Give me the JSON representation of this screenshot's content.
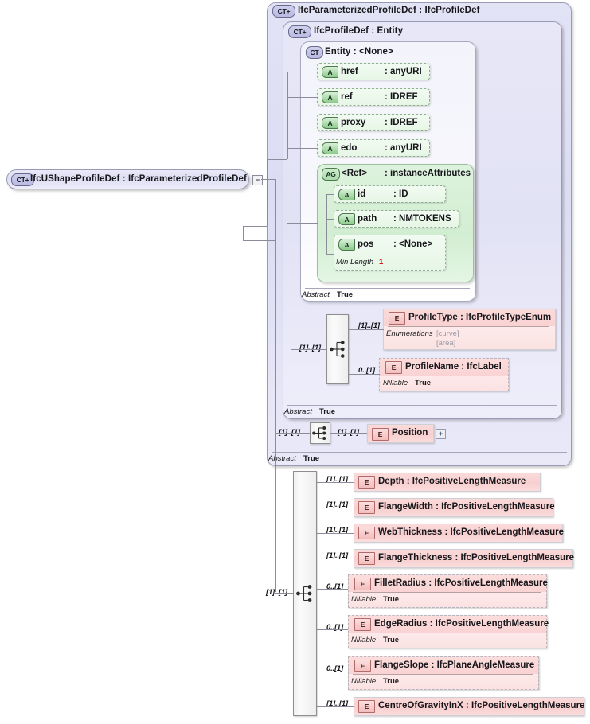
{
  "diagram": {
    "type": "xsd-schema-tree",
    "root": {
      "badge": "CT+",
      "label": "IfcUShapeProfileDef : IfcParameterizedProfileDef",
      "toggle": "−"
    },
    "containers": [
      {
        "badge": "CT+",
        "title": "IfcParameterizedProfileDef : IfcProfileDef",
        "abstract_key": "Abstract",
        "abstract_val": "True"
      },
      {
        "badge": "CT+",
        "title": "IfcProfileDef : Entity",
        "abstract_key": "Abstract",
        "abstract_val": "True"
      },
      {
        "badge": "CT",
        "title": "Entity    : <None>",
        "abstract_key": "Abstract",
        "abstract_val": "True"
      }
    ],
    "attributes": [
      {
        "badge": "A",
        "name": "href",
        "type": ": anyURI"
      },
      {
        "badge": "A",
        "name": "ref",
        "type": ": IDREF"
      },
      {
        "badge": "A",
        "name": "proxy",
        "type": ": IDREF"
      },
      {
        "badge": "A",
        "name": "edo",
        "type": ": anyURI"
      }
    ],
    "group": {
      "badge": "AG",
      "name": "<Ref>",
      "type": ": instanceAttributes",
      "attributes": [
        {
          "badge": "A",
          "name": "id",
          "type": ": ID",
          "facets": []
        },
        {
          "badge": "A",
          "name": "path",
          "type": ": NMTOKENS",
          "facets": []
        },
        {
          "badge": "A",
          "name": "pos",
          "type": ": <None>",
          "facets": [
            {
              "key": "Min Length",
              "value": "1",
              "kind": "num"
            }
          ]
        }
      ]
    },
    "profile_sequence": {
      "left_cardinality": "[1]..[1]",
      "elements": [
        {
          "badge": "E",
          "label": "ProfileType : IfcProfileTypeEnum",
          "cardinality": "[1]..[1]",
          "dashed": false,
          "facets": [
            {
              "key": "Enumerations",
              "value": "[curve]",
              "kind": "enum"
            },
            {
              "key": "",
              "value": "[area]",
              "kind": "enum"
            }
          ]
        },
        {
          "badge": "E",
          "label": "ProfileName : IfcLabel",
          "cardinality": "0..[1]",
          "dashed": true,
          "facets": [
            {
              "key": "Nillable",
              "value": "True",
              "kind": "bold"
            }
          ]
        }
      ]
    },
    "position_row": {
      "left_cardinality": "[1]..[1]",
      "right_cardinality": "[1]..[1]",
      "element": {
        "badge": "E",
        "label": "Position",
        "toggle": "+"
      }
    },
    "main_sequence": {
      "left_cardinality": "[1]..[1]",
      "elements": [
        {
          "badge": "E",
          "label": "Depth     : IfcPositiveLengthMeasure",
          "cardinality": "[1]..[1]",
          "dashed": false,
          "facets": []
        },
        {
          "badge": "E",
          "label": "FlangeWidth : IfcPositiveLengthMeasure",
          "cardinality": "[1]..[1]",
          "dashed": false,
          "facets": []
        },
        {
          "badge": "E",
          "label": "WebThickness : IfcPositiveLengthMeasure",
          "cardinality": "[1]..[1]",
          "dashed": false,
          "facets": []
        },
        {
          "badge": "E",
          "label": "FlangeThickness : IfcPositiveLengthMeasure",
          "cardinality": "[1]..[1]",
          "dashed": false,
          "facets": []
        },
        {
          "badge": "E",
          "label": "FilletRadius : IfcPositiveLengthMeasure",
          "cardinality": "0..[1]",
          "dashed": true,
          "facets": [
            {
              "key": "Nillable",
              "value": "True",
              "kind": "bold"
            }
          ]
        },
        {
          "badge": "E",
          "label": "EdgeRadius : IfcPositiveLengthMeasure",
          "cardinality": "0..[1]",
          "dashed": true,
          "facets": [
            {
              "key": "Nillable",
              "value": "True",
              "kind": "bold"
            }
          ]
        },
        {
          "badge": "E",
          "label": "FlangeSlope : IfcPlaneAngleMeasure",
          "cardinality": "0..[1]",
          "dashed": true,
          "facets": [
            {
              "key": "Nillable",
              "value": "True",
              "kind": "bold"
            }
          ]
        },
        {
          "badge": "E",
          "label": "CentreOfGravityInX : IfcPositiveLengthMeasure",
          "cardinality": "[1]..[1]",
          "dashed": false,
          "facets": []
        }
      ]
    },
    "colors": {
      "container_fill": "#dcdcf3",
      "container_border": "#9a9ab5",
      "attribute_fill": "#e6f6e6",
      "attribute_border": "#8fae8f",
      "group_fill": "#d2eed2",
      "element_fill": "#f8cfcf",
      "element_border": "#cfcfd6",
      "line": "#8b8b9a",
      "facet_number": "#d21616",
      "enum_text": "#9a9aa6"
    }
  }
}
